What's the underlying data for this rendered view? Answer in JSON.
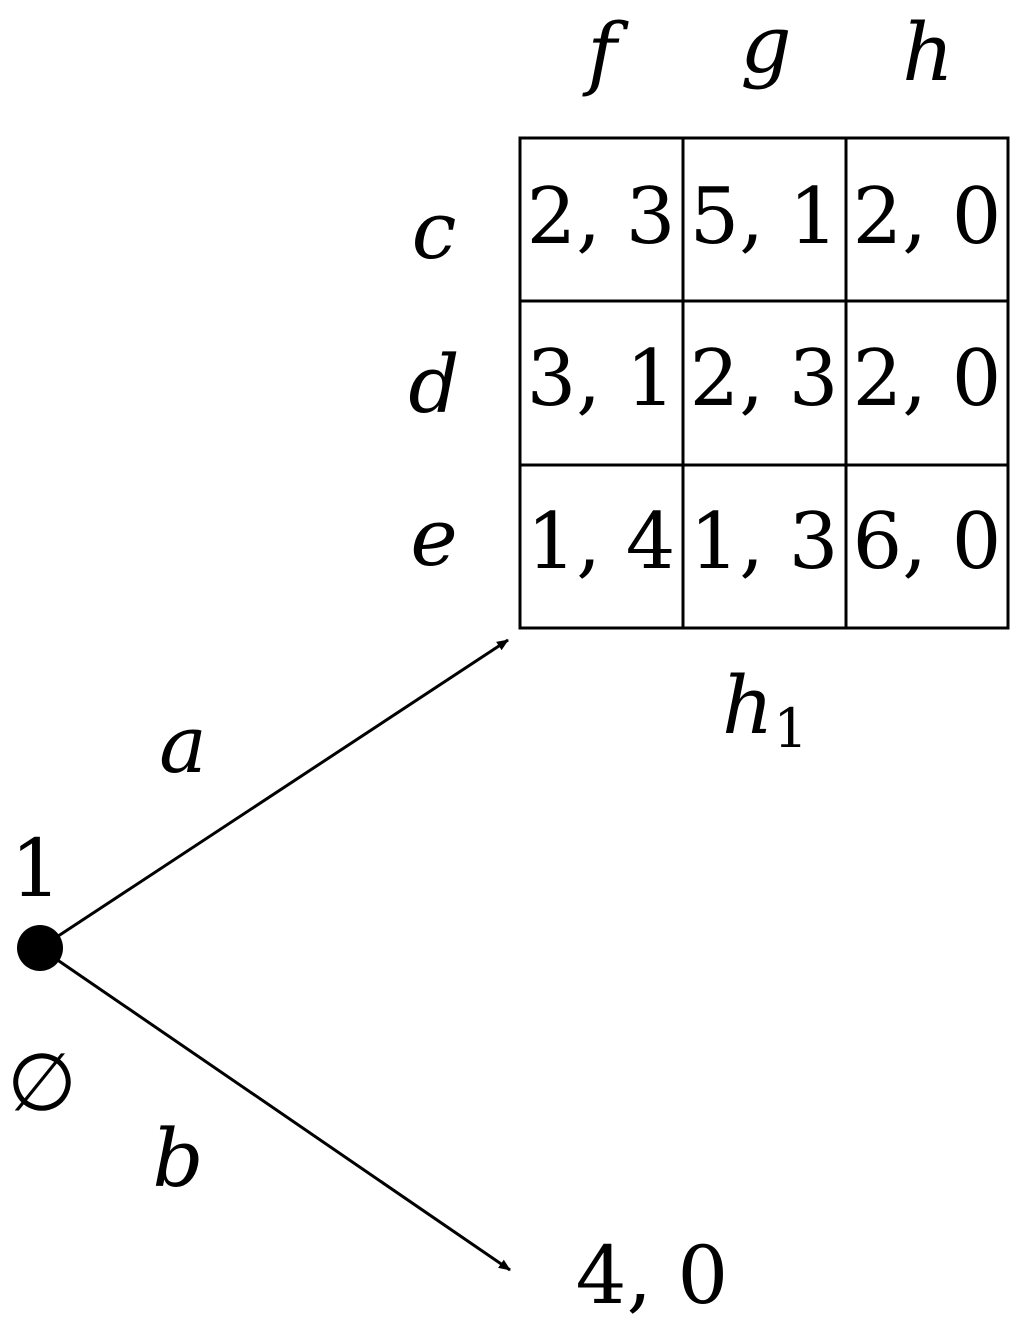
{
  "game": {
    "root_player": "1",
    "root_info_set": "∅",
    "actions": {
      "a": "a",
      "b": "b"
    },
    "terminal_payoff_b": "4, 0",
    "subgame": {
      "info_set_label": "h",
      "info_set_sub": "1",
      "col_labels": [
        "f",
        "g",
        "h"
      ],
      "row_labels": [
        "c",
        "d",
        "e"
      ],
      "payoffs": [
        [
          "2, 3",
          "5, 1",
          "2, 0"
        ],
        [
          "3, 1",
          "2, 3",
          "2, 0"
        ],
        [
          "1, 4",
          "1, 3",
          "6, 0"
        ]
      ]
    }
  }
}
